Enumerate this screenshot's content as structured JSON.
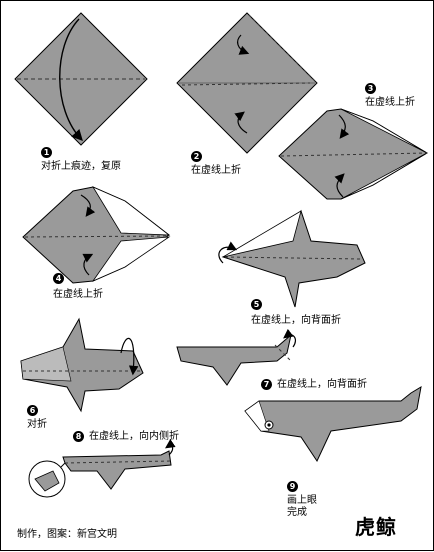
{
  "colors": {
    "paper": "#9a9a9a",
    "outline": "#000000",
    "fold_line": "#333333",
    "background": "#ffffff"
  },
  "steps": [
    {
      "num": "1",
      "text": "对折上痕迹，复原"
    },
    {
      "num": "2",
      "text": "在虚线上折"
    },
    {
      "num": "3",
      "text": "在虚线上折"
    },
    {
      "num": "4",
      "text": "在虚线上折"
    },
    {
      "num": "5",
      "text": "在虚线上，向背面折"
    },
    {
      "num": "6",
      "text": "对折"
    },
    {
      "num": "7",
      "text": "在虚线上，向背面折"
    },
    {
      "num": "8",
      "text": "在虚线上，向内侧折"
    },
    {
      "num": "9",
      "text": "画上眼\n完成"
    }
  ],
  "title": "虎鲸",
  "credits": "制作，图案：新宫文明"
}
